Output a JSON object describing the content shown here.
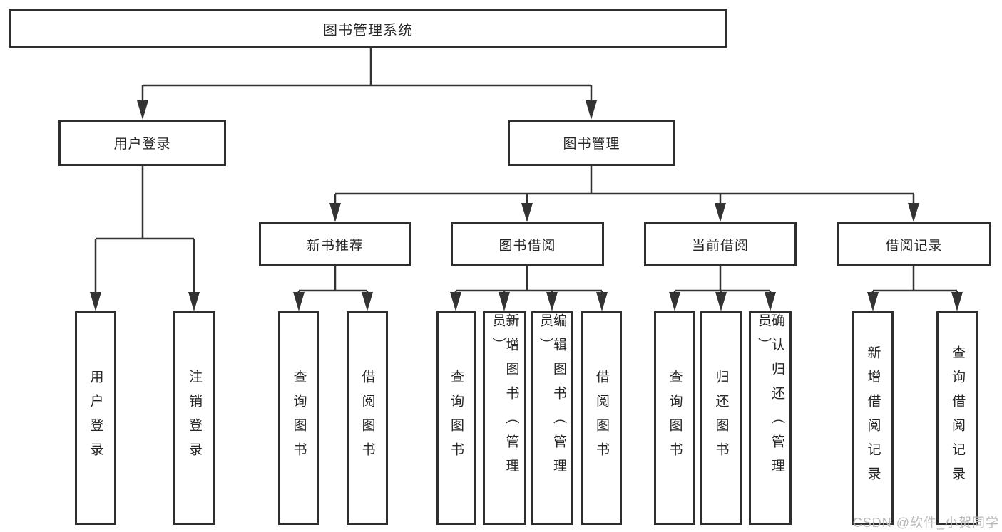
{
  "diagram": {
    "root": {
      "label": "图书管理系统"
    },
    "level2": [
      {
        "id": "user-login",
        "label": "用户登录",
        "children": [
          "用户登录",
          "注销登录"
        ]
      },
      {
        "id": "book-management",
        "label": "图书管理",
        "sections": [
          {
            "id": "new-book-recommendation",
            "label": "新书推荐",
            "children": [
              "查询图书",
              "借阅图书"
            ]
          },
          {
            "id": "book-borrowing",
            "label": "图书借阅",
            "children": [
              "查询图书",
              "新增图书（管理员）",
              "编辑图书（管理员）",
              "借阅图书"
            ]
          },
          {
            "id": "current-borrowing",
            "label": "当前借阅",
            "children": [
              "查询图书",
              "归还图书",
              "确认归还（管理员）"
            ]
          },
          {
            "id": "borrowing-records",
            "label": "借阅记录",
            "children": [
              "新增借阅记录",
              "查询借阅记录"
            ]
          }
        ]
      }
    ]
  },
  "watermark": {
    "text": "CSDN @软件_小贺同学"
  },
  "colors": {
    "line": "#333333",
    "box_border": "#2e2e2e",
    "text": "#262626",
    "background": "#ffffff",
    "watermark": "#b9b9b9"
  }
}
